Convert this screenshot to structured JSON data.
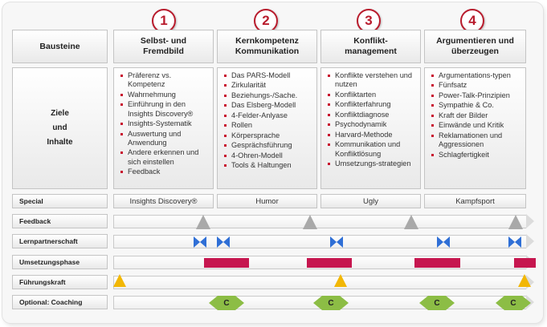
{
  "header": {
    "row_label": "Bausteine"
  },
  "modules": [
    {
      "number": "1",
      "title1": "Selbst-  und",
      "title2": "Fremdbild",
      "items": [
        "Präferenz vs. Kompetenz",
        "Wahrnehmung",
        "Einführung in den Insights Discovery®",
        "Insights-Systematik",
        "Auswertung und Anwendung",
        "Andere erkennen und sich einstellen",
        "Feedback"
      ],
      "special": "Insights Discovery®"
    },
    {
      "number": "2",
      "title1": "Kernkompetenz",
      "title2": "Kommunikation",
      "items": [
        "Das PARS-Modell",
        "Zirkularität",
        "Beziehungs-/Sache.",
        "Das Elsberg-Modell",
        "4-Felder-Anlyase",
        "Rollen",
        "Körpersprache",
        "Gesprächsführung",
        "4-Ohren-Modell",
        "Tools & Haltungen"
      ],
      "special": "Humor"
    },
    {
      "number": "3",
      "title1": "Konflikt-",
      "title2": "management",
      "items": [
        "Konflikte verstehen und nutzen",
        "Konfliktarten",
        "Konflikterfahrung",
        "Konfliktdiagnose",
        "Psychodynamik",
        "Harvard-Methode",
        "Kommunikation und Konfliktlösung",
        "Umsetzungs-strategien"
      ],
      "special": "Ugly"
    },
    {
      "number": "4",
      "title1": "Argumentieren und",
      "title2": "überzeugen",
      "items": [
        "Argumentations-typen",
        "Fünfsatz",
        "Power-Talk-Prinzipien",
        "Sympathie & Co.",
        "Kraft der Bilder",
        "Einwände und Kritik",
        "Reklamationen und Aggressionen",
        "Schlagfertigkeit"
      ],
      "special": "Kampfsport"
    }
  ],
  "side": {
    "line1": "Ziele",
    "line2": "und",
    "line3": "Inhalte"
  },
  "rows": {
    "special": "Special",
    "feedback": "Feedback",
    "lernpartnerschaft": "Lernpartnerschaft",
    "umsetzungsphase": "Umsetzungsphase",
    "fuehrungskraft": "Führungskraft",
    "coaching": "Optional: Coaching"
  },
  "coaching_symbol": "C",
  "colors": {
    "accent": "#b81b2c",
    "phase": "#c6164f",
    "bowtie": "#2f6fd6",
    "leader": "#f2b705",
    "feedback": "#a9a9a9",
    "coaching": "#8cbd45"
  },
  "icons": [
    "feedback-triangle-icon",
    "bowtie-icon",
    "leader-triangle-icon",
    "coaching-diamond-icon"
  ]
}
